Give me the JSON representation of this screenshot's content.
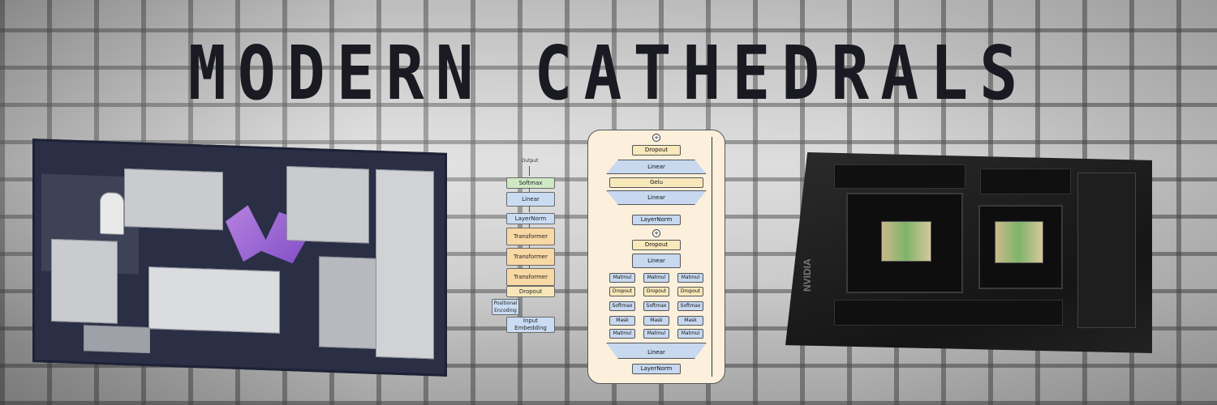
{
  "title": "MODERN CATHEDRALS",
  "small_diagram": {
    "output": "Output",
    "softmax": "Softmax",
    "linear": "Linear",
    "layernorm": "LayerNorm",
    "blocks": [
      "Transformer Block",
      "Transformer Block",
      "Transformer Block"
    ],
    "dropout": "Dropout",
    "positional": "Positional Encoding",
    "input": "Input Embedding"
  },
  "large_diagram": {
    "top_dropout": "Dropout",
    "linear_top": "Linear",
    "gelu": "Gelu",
    "linear_bottom": "Linear",
    "layernorm_top": "LayerNorm",
    "mid_dropout": "Dropout",
    "mid_linear": "Linear",
    "head_matmul": "Matmul",
    "head_dropout": "Dropout",
    "head_softmax": "Softmax",
    "head_mask": "Mask",
    "head_matmul2": "Matmul",
    "bottom_linear": "Linear",
    "layernorm_bottom": "LayerNorm"
  },
  "gpu": {
    "logo": "NVIDIA"
  },
  "colors": {
    "title": "#1a1a22",
    "diagram_bg": "#fcf0dc"
  }
}
